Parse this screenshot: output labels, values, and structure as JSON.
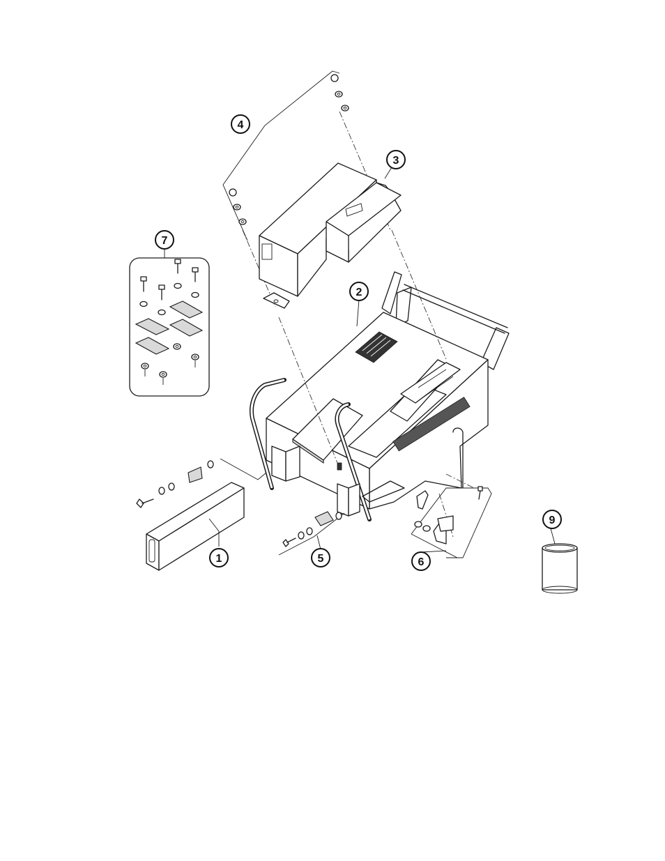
{
  "callouts": [
    {
      "id": "1",
      "label": "1"
    },
    {
      "id": "2",
      "label": "2"
    },
    {
      "id": "3",
      "label": "3"
    },
    {
      "id": "4",
      "label": "4"
    },
    {
      "id": "5",
      "label": "5"
    },
    {
      "id": "6",
      "label": "6"
    },
    {
      "id": "7",
      "label": "7"
    },
    {
      "id": "9",
      "label": "9"
    }
  ],
  "colors": {
    "line": "#1a1a1a",
    "background": "#ffffff",
    "shade": "#d9d9d9"
  }
}
